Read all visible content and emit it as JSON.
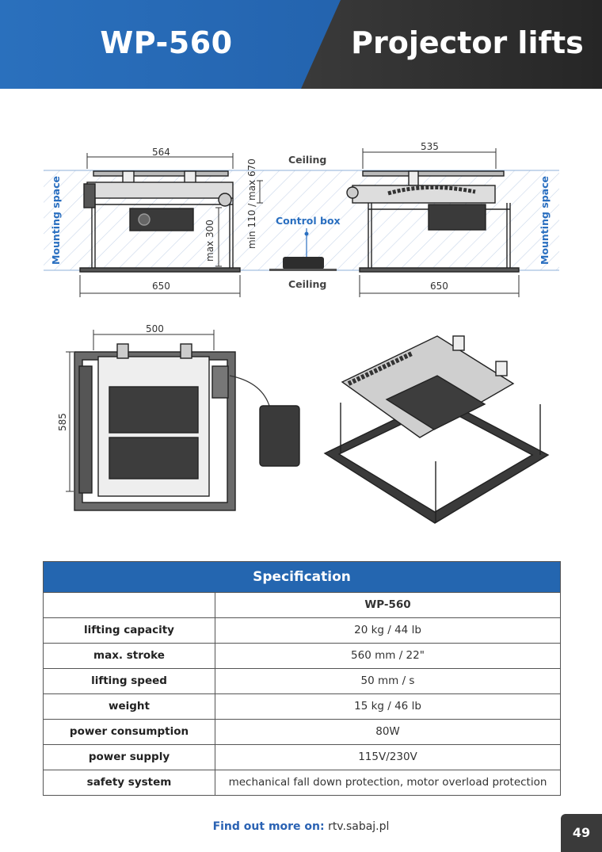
{
  "header": {
    "model": "WP-560",
    "category": "Projector lifts",
    "colors": {
      "left_band": "#2466b0",
      "right_band": "#2e2e2e"
    }
  },
  "drawing": {
    "ceiling_top_label": "Ceiling",
    "ceiling_bottom_label": "Ceiling",
    "control_box_label": "Control box",
    "mounting_space_left": "Mounting space",
    "mounting_space_right": "Mounting space",
    "dim_564": "564",
    "dim_535": "535",
    "dim_650_left": "650",
    "dim_650_right": "650",
    "dim_max300": "max 300",
    "dim_min110_max670": "min 110 / max 670",
    "dim_500": "500",
    "dim_585": "585"
  },
  "spec": {
    "title": "Specification",
    "model_header": "WP-560",
    "rows": [
      {
        "label": "lifting capacity",
        "value": "20 kg / 44 lb"
      },
      {
        "label": "max. stroke",
        "value": "560 mm / 22\""
      },
      {
        "label": "lifting speed",
        "value": "50 mm / s"
      },
      {
        "label": "weight",
        "value": "15 kg / 46 lb"
      },
      {
        "label": "power consumption",
        "value": "80W"
      },
      {
        "label": "power supply",
        "value": "115V/230V"
      },
      {
        "label": "safety system",
        "value": "mechanical fall down protection, motor overload protection"
      }
    ]
  },
  "footer": {
    "lead": "Find out more on:",
    "url": "rtv.sabaj.pl",
    "page": "49"
  }
}
